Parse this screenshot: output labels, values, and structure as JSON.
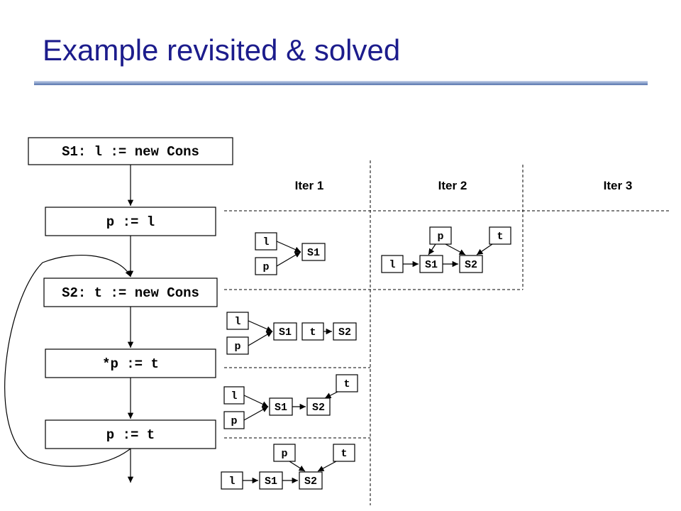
{
  "slide": {
    "title": "Example revisited & solved"
  },
  "cfg": {
    "s1": "S1: l := new Cons",
    "s_p_l": "p := l",
    "s2": "S2: t := new Cons",
    "s_store": "*p := t",
    "s_p_t": "p := t"
  },
  "iterations": [
    "Iter 1",
    "Iter 2",
    "Iter 3"
  ],
  "graphs": {
    "iter1_a": {
      "l": "l",
      "p": "p",
      "s1": "S1"
    },
    "iter1_b": {
      "l": "l",
      "p": "p",
      "s1": "S1",
      "t": "t",
      "s2": "S2"
    },
    "iter1_c": {
      "l": "l",
      "p": "p",
      "s1": "S1",
      "s2": "S2",
      "t": "t"
    },
    "iter1_d": {
      "p": "p",
      "t": "t",
      "l": "l",
      "s1": "S1",
      "s2": "S2"
    },
    "iter2_a": {
      "p": "p",
      "t": "t",
      "l": "l",
      "s1": "S1",
      "s2": "S2"
    }
  }
}
